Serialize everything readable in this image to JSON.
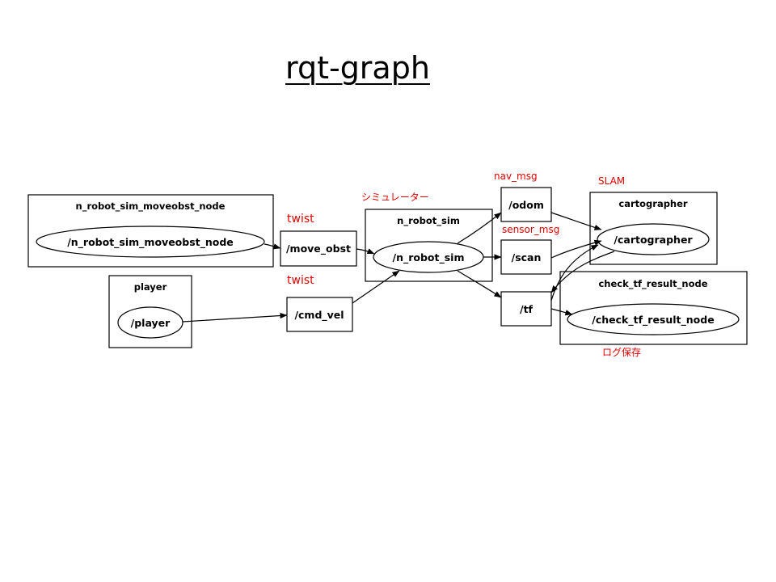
{
  "title": "rqt-graph",
  "groups": {
    "moveobst": {
      "label": "n_robot_sim_moveobst_node",
      "node": "/n_robot_sim_moveobst_node"
    },
    "player": {
      "label": "player",
      "node": "/player"
    },
    "robot_sim": {
      "label": "n_robot_sim",
      "node": "/n_robot_sim"
    },
    "cartographer": {
      "label": "cartographer",
      "node": "/cartographer"
    },
    "check_tf": {
      "label": "check_tf_result_node",
      "node": "/check_tf_result_node"
    }
  },
  "topics": {
    "move_obst": "/move_obst",
    "cmd_vel": "/cmd_vel",
    "odom": "/odom",
    "scan": "/scan",
    "tf": "/tf"
  },
  "annotations": {
    "twist_top": "twist",
    "twist_bottom": "twist",
    "simulator": "シミュレーター",
    "nav_msg": "nav_msg",
    "sensor_msg": "sensor_msg",
    "slam": "SLAM",
    "log_save": "ログ保存"
  },
  "colors": {
    "annotation": "#e00000",
    "stroke": "#000000"
  }
}
